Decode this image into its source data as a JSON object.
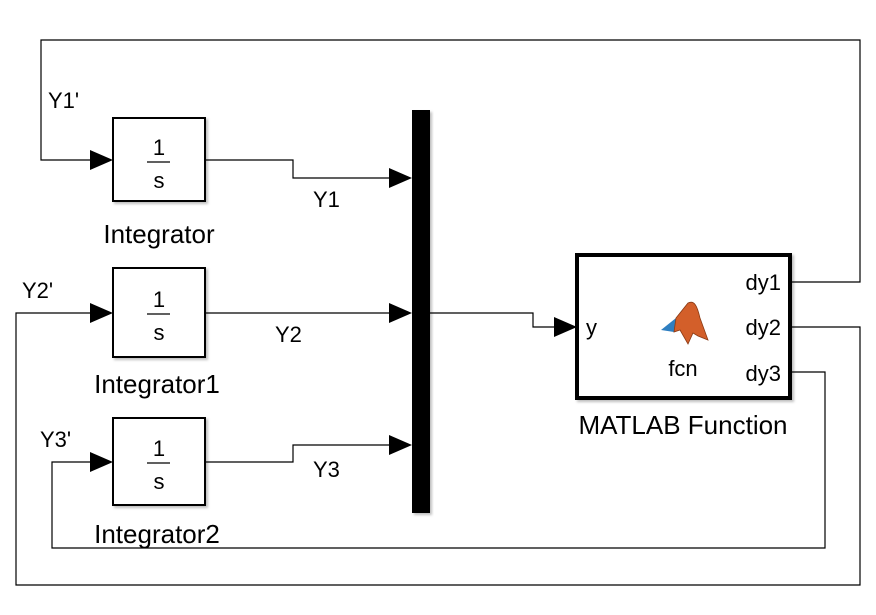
{
  "integrators": [
    {
      "name": "Integrator",
      "numerator": "1",
      "denominator": "s",
      "input_label": "Y1'",
      "output_label": "Y1"
    },
    {
      "name": "Integrator1",
      "numerator": "1",
      "denominator": "s",
      "input_label": "Y2'",
      "output_label": "Y2"
    },
    {
      "name": "Integrator2",
      "numerator": "1",
      "denominator": "s",
      "input_label": "Y3'",
      "output_label": "Y3"
    }
  ],
  "matlab_function": {
    "name": "MATLAB Function",
    "function_name": "fcn",
    "input_port": "y",
    "output_ports": [
      "dy1",
      "dy2",
      "dy3"
    ],
    "icon": "matlab-logo-icon"
  },
  "mux": {
    "inputs": 3
  }
}
